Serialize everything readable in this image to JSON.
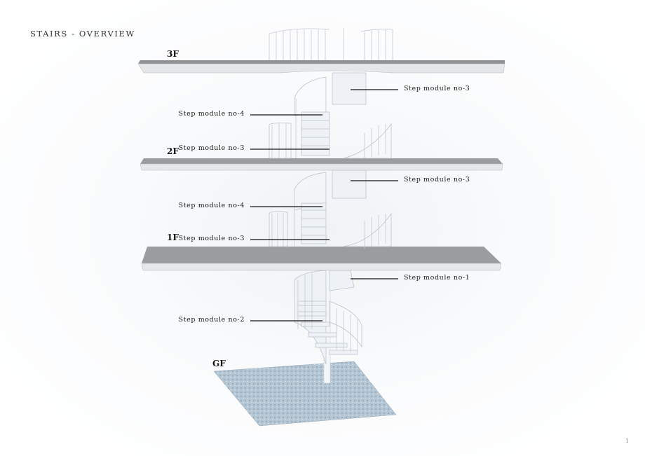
{
  "title": "STAIRS - OVERVIEW",
  "floors": {
    "f3": "3F",
    "f2": "2F",
    "f1": "1F",
    "gf": "GF"
  },
  "labels": [
    "Step module no-3",
    "Step module no-4",
    "Step module no-3",
    "Step module no-3",
    "Step module no-4",
    "Step module no-3",
    "Step module no-1",
    "Step module no-2"
  ],
  "page_number": "1",
  "colors": {
    "slab_top": "#8f9294",
    "slab_edge": "#e4e6e8",
    "stair": "#eef2f6",
    "rail": "#c9d0d8",
    "ground": "#a9bccb"
  }
}
